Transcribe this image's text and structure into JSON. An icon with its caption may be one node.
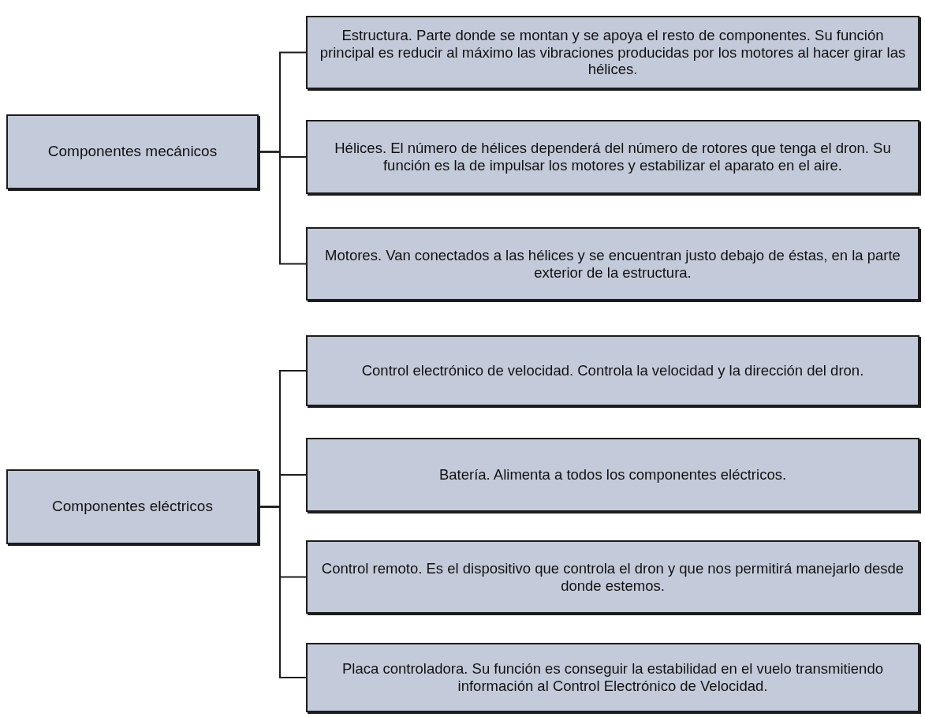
{
  "diagram": {
    "nodes": [
      {
        "text": [
          "Componentes mecánicos"
        ]
      },
      {
        "text": [
          "Estructura. Parte donde se montan y se apoya el resto de componentes. Su función principal es reducir al máximo las vibraciones producidas por los motores al hacer girar las hélices."
        ]
      },
      {
        "text": [
          "Hélices. El número de hélices dependerá del número de rotores que tenga el dron. Su función es la de impulsar los motores y estabilizar el aparato en el aire."
        ]
      },
      {
        "text": [
          "Motores. Van conectados a las hélices y se encuentran justo debajo de éstas, en la parte exterior de la estructura."
        ]
      },
      {
        "text": [
          "Componentes eléctricos"
        ]
      },
      {
        "text": [
          "Control electrónico de velocidad. Controla la velocidad y la dirección del dron."
        ]
      },
      {
        "text": [
          "Batería. Alimenta a todos los componentes eléctricos."
        ]
      },
      {
        "text": [
          "Control remoto. Es el dispositivo que controla el dron y que nos permitirá manejarlo desde donde estemos."
        ]
      },
      {
        "text": [
          "Placa controladora. Su función es conseguir la estabilidad en el vuelo transmitiendo información al Control Electrónico de Velocidad."
        ]
      }
    ],
    "edges": [
      {
        "from": 0,
        "to": 1,
        "arrow": "none"
      },
      {
        "from": 0,
        "to": 2,
        "arrow": "none"
      },
      {
        "from": 0,
        "to": 3,
        "arrow": "none"
      },
      {
        "from": 4,
        "to": 5,
        "arrow": "none"
      },
      {
        "from": 4,
        "to": 6,
        "arrow": "none"
      },
      {
        "from": 4,
        "to": 7,
        "arrow": "none"
      },
      {
        "from": 4,
        "to": 8,
        "arrow": "none"
      }
    ]
  }
}
